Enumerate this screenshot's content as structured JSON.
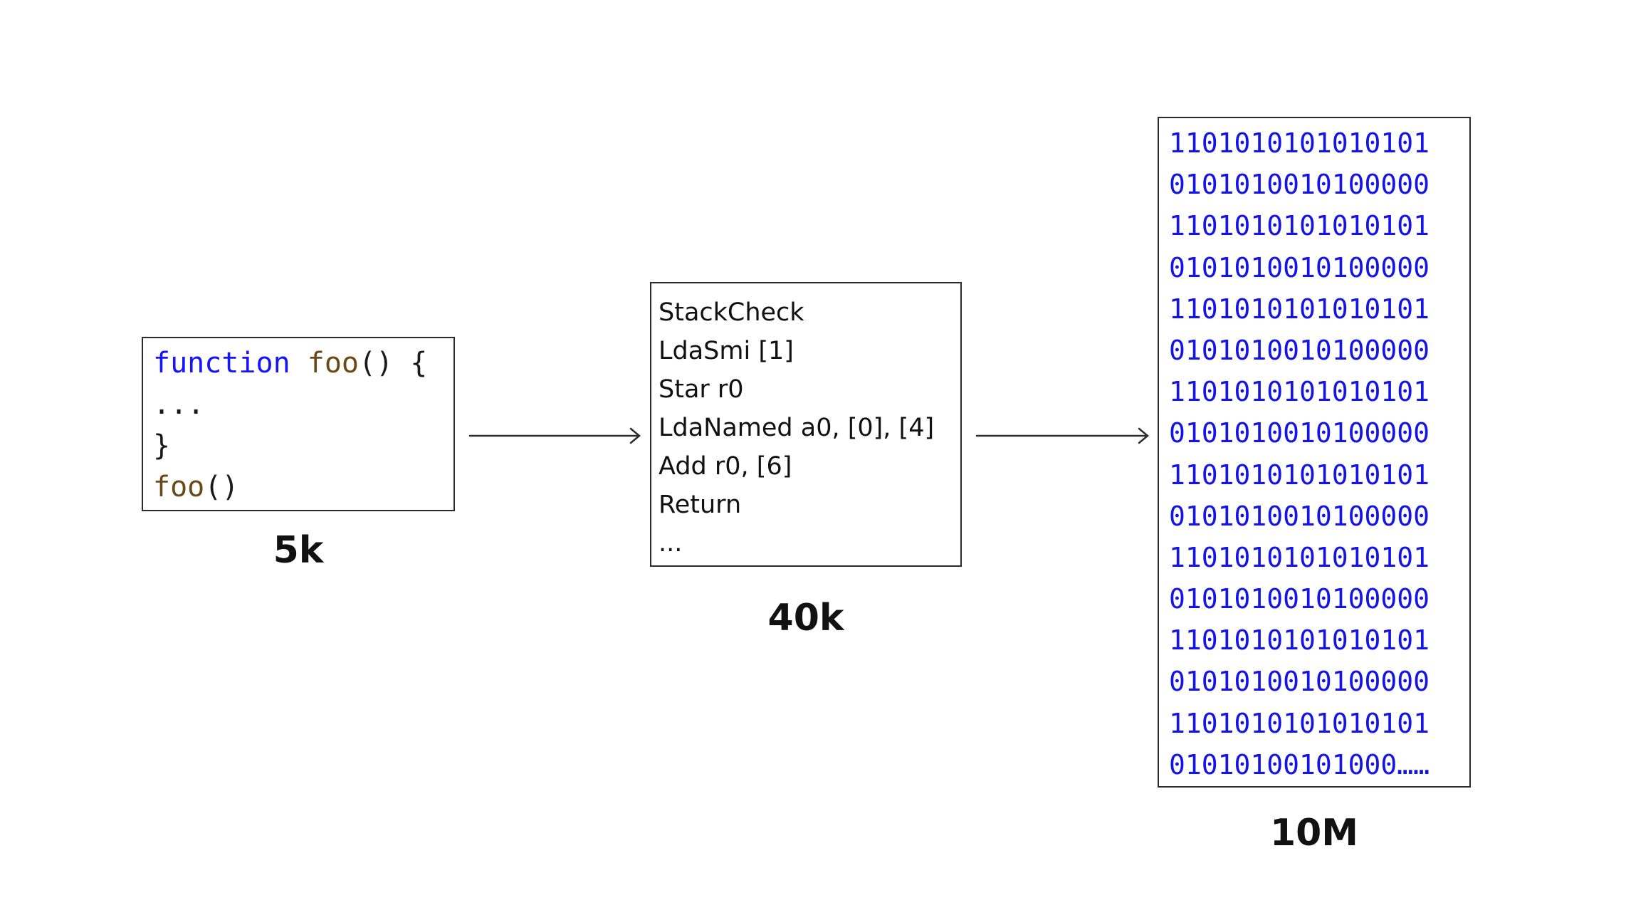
{
  "source": {
    "lines": [
      {
        "keyword": "function",
        "space": " ",
        "name": "foo",
        "rest": "() {"
      },
      {
        "text": "..."
      },
      {
        "text": "}"
      },
      {
        "name": "foo",
        "rest": "()"
      }
    ],
    "size_label": "5k"
  },
  "bytecode": {
    "lines": [
      "StackCheck",
      "LdaSmi [1]",
      "Star r0",
      "LdaNamed a0, [0], [4]",
      "Add r0, [6]",
      "Return",
      "..."
    ],
    "size_label": "40k"
  },
  "machine_code": {
    "lines": [
      "1101010101010101",
      "0101010010100000",
      "1101010101010101",
      "0101010010100000",
      "1101010101010101",
      "0101010010100000",
      "1101010101010101",
      "0101010010100000",
      "1101010101010101",
      "0101010010100000",
      "1101010101010101",
      "0101010010100000",
      "1101010101010101",
      "0101010010100000",
      "1101010101010101",
      "01010100101000……"
    ],
    "size_label": "10M"
  },
  "colors": {
    "keyword": "#1414ff",
    "function_name": "#6b4a1a",
    "binary": "#1414e6",
    "stroke": "#2b2b2b"
  }
}
